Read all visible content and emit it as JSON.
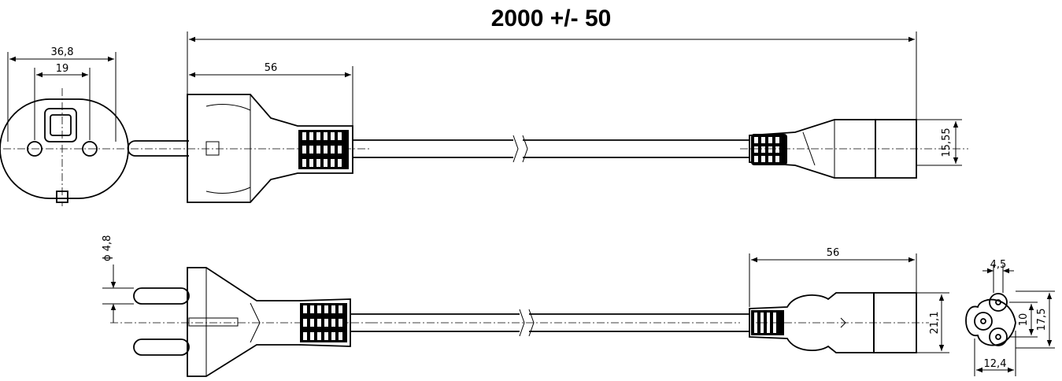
{
  "title": "2000 +/- 50",
  "dimensions": {
    "socket_diameter": "36,8",
    "pin_spacing": "19",
    "plug_length": "56",
    "connector_height": "15,55",
    "pin_diameter": "ϕ 4,8",
    "connector_length": "56",
    "connector_width": "21,1",
    "face_offset": "4,5",
    "face_hole_spacing": "10",
    "face_height": "17,5",
    "face_width": "12,4"
  },
  "colors": {
    "line": "#000000",
    "background": "#ffffff"
  }
}
